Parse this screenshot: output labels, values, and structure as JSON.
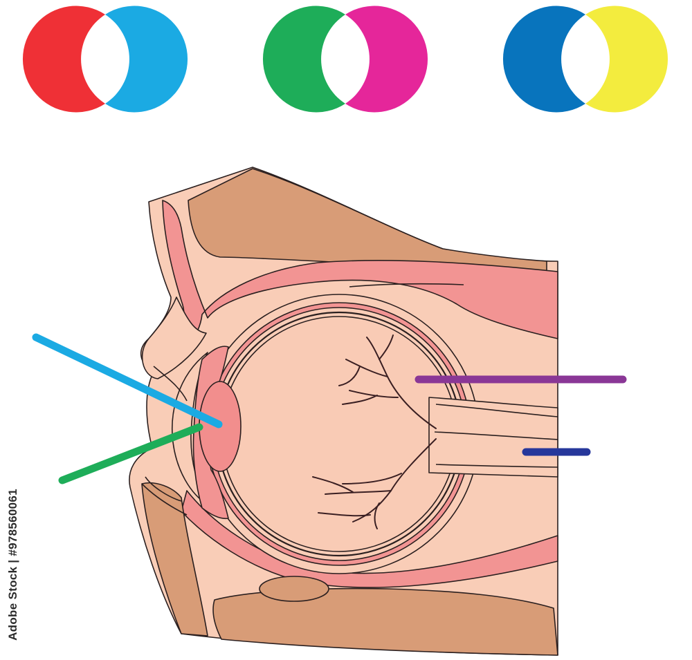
{
  "color_pairs": [
    {
      "name": "red-cyan",
      "left": "#EF3036",
      "right": "#1BAAE3"
    },
    {
      "name": "green-magenta",
      "left": "#1EAD59",
      "right": "#E5269A"
    },
    {
      "name": "blue-yellow",
      "left": "#0874BD",
      "right": "#F3EC3E"
    }
  ],
  "palette": {
    "outline": "#2a1f1f",
    "skin": "#F9CDB7",
    "bone": "#D89C77",
    "muscle": "#F29493",
    "eye_fill": "#F9CBB5",
    "lens": "#F28E8D",
    "vessel": "#3a1f22"
  },
  "pointers": [
    {
      "name": "cyan-pointer",
      "color": "#1BAAE3"
    },
    {
      "name": "green-pointer",
      "color": "#1EAD59"
    },
    {
      "name": "purple-pointer",
      "color": "#8A3796"
    },
    {
      "name": "navy-pointer",
      "color": "#26379B"
    }
  ],
  "watermark": "Adobe Stock | #978560061"
}
